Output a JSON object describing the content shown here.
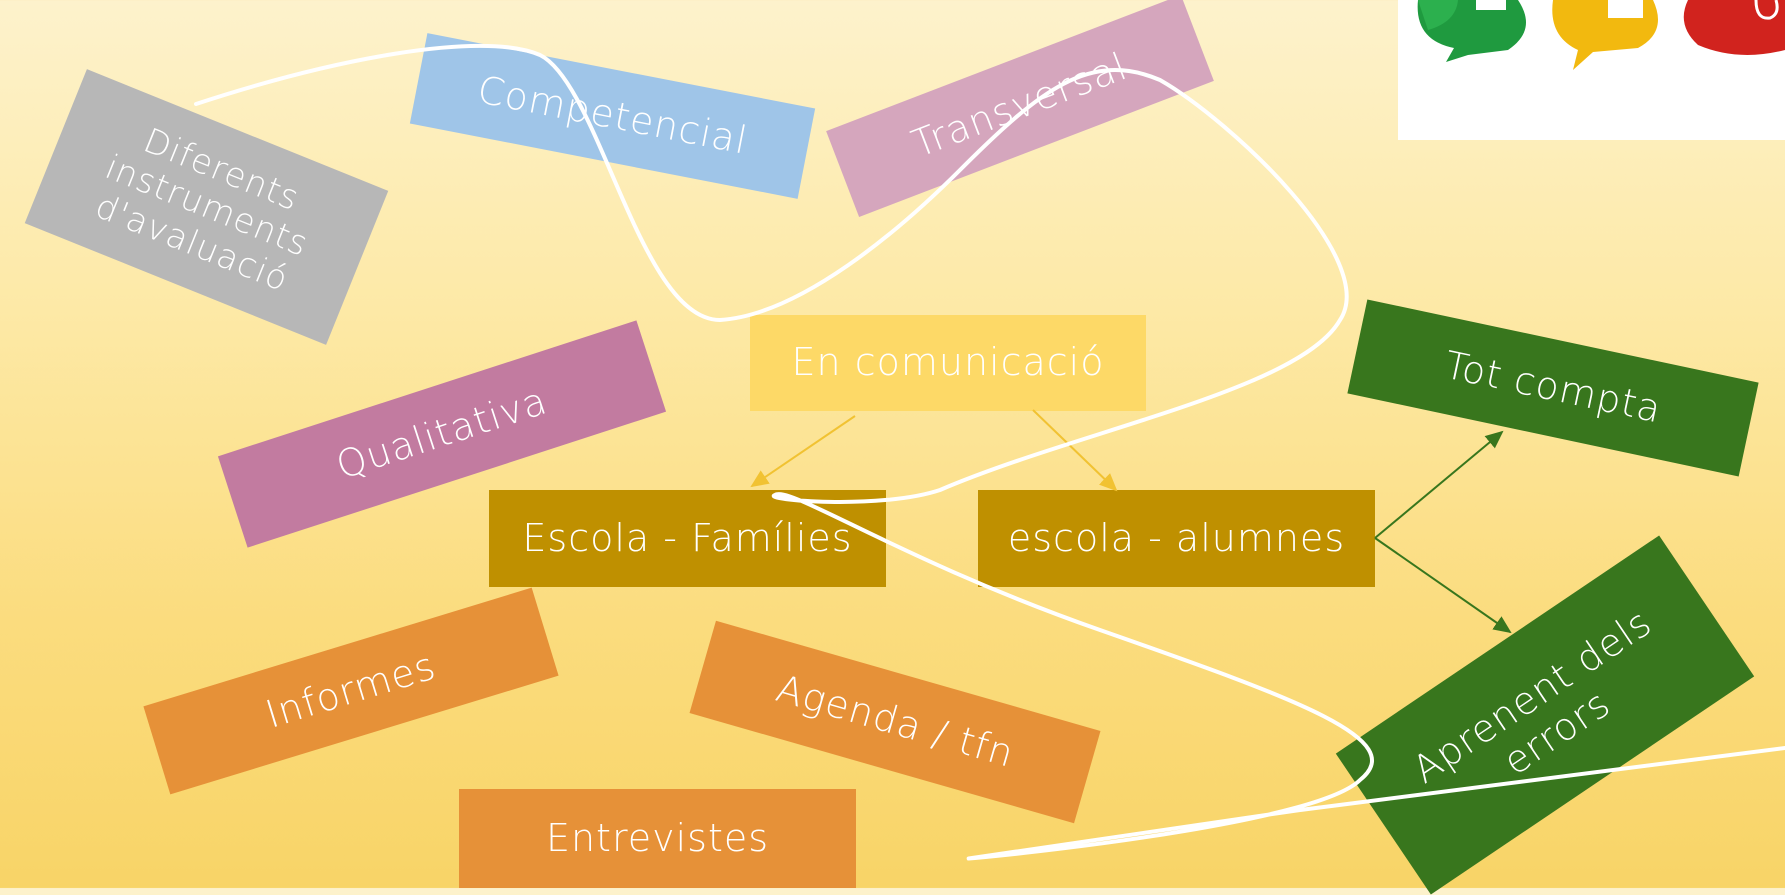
{
  "boxes": {
    "center": "En comunicació",
    "escola_families": "Escola - Famílies",
    "escola_alumnes": "escola - alumnes",
    "tot_compta": "Tot compta",
    "aprenent": "Aprenent dels errors",
    "diferents": "Diferents instruments d'avaluació",
    "competencial": "Competencial",
    "transversal": "Transversal",
    "qualitativa": "Qualitativa",
    "informes": "Informes",
    "agenda": "Agenda / tfn",
    "entrevistes": "Entrevistes"
  },
  "colors": {
    "yellow": "#fdd967",
    "olive": "#bf9000",
    "dark_green": "#38761d",
    "gray": "#b7b7b7",
    "light_blue": "#9fc5e8",
    "pink": "#d5a6bd",
    "mauve": "#c27ba0",
    "orange": "#e69138",
    "arrow_gold": "#f1c232",
    "arrow_green": "#38761d"
  },
  "logo": {
    "icon": "speech-bubbles-logo"
  }
}
